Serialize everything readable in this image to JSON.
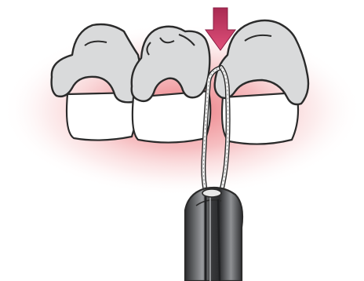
{
  "illustration": {
    "colors": {
      "background": "#ffffff",
      "gum_glow": "#e8636b",
      "tooth_fill": "#ffffff",
      "crown_fill": "#d9dadb",
      "outline": "#2b2b2b",
      "arrow": "#c23a5e",
      "handle_dark": "#3a3b3d",
      "handle_light": "#9a9c9f",
      "floss": "#f4f4f4"
    },
    "elements": [
      {
        "name": "gum-tissue",
        "kind": "soft red glow behind the teeth"
      },
      {
        "name": "tooth-left",
        "kind": "tooth with grey crown"
      },
      {
        "name": "tooth-middle",
        "kind": "tooth with grey crown"
      },
      {
        "name": "tooth-right",
        "kind": "tooth with grey crown"
      },
      {
        "name": "down-arrow-icon",
        "kind": "magenta arrow pointing downward between teeth"
      },
      {
        "name": "floss-strand",
        "kind": "braided floss loop passing between teeth"
      },
      {
        "name": "floss-handle",
        "kind": "dark handle holding the floss"
      }
    ]
  }
}
